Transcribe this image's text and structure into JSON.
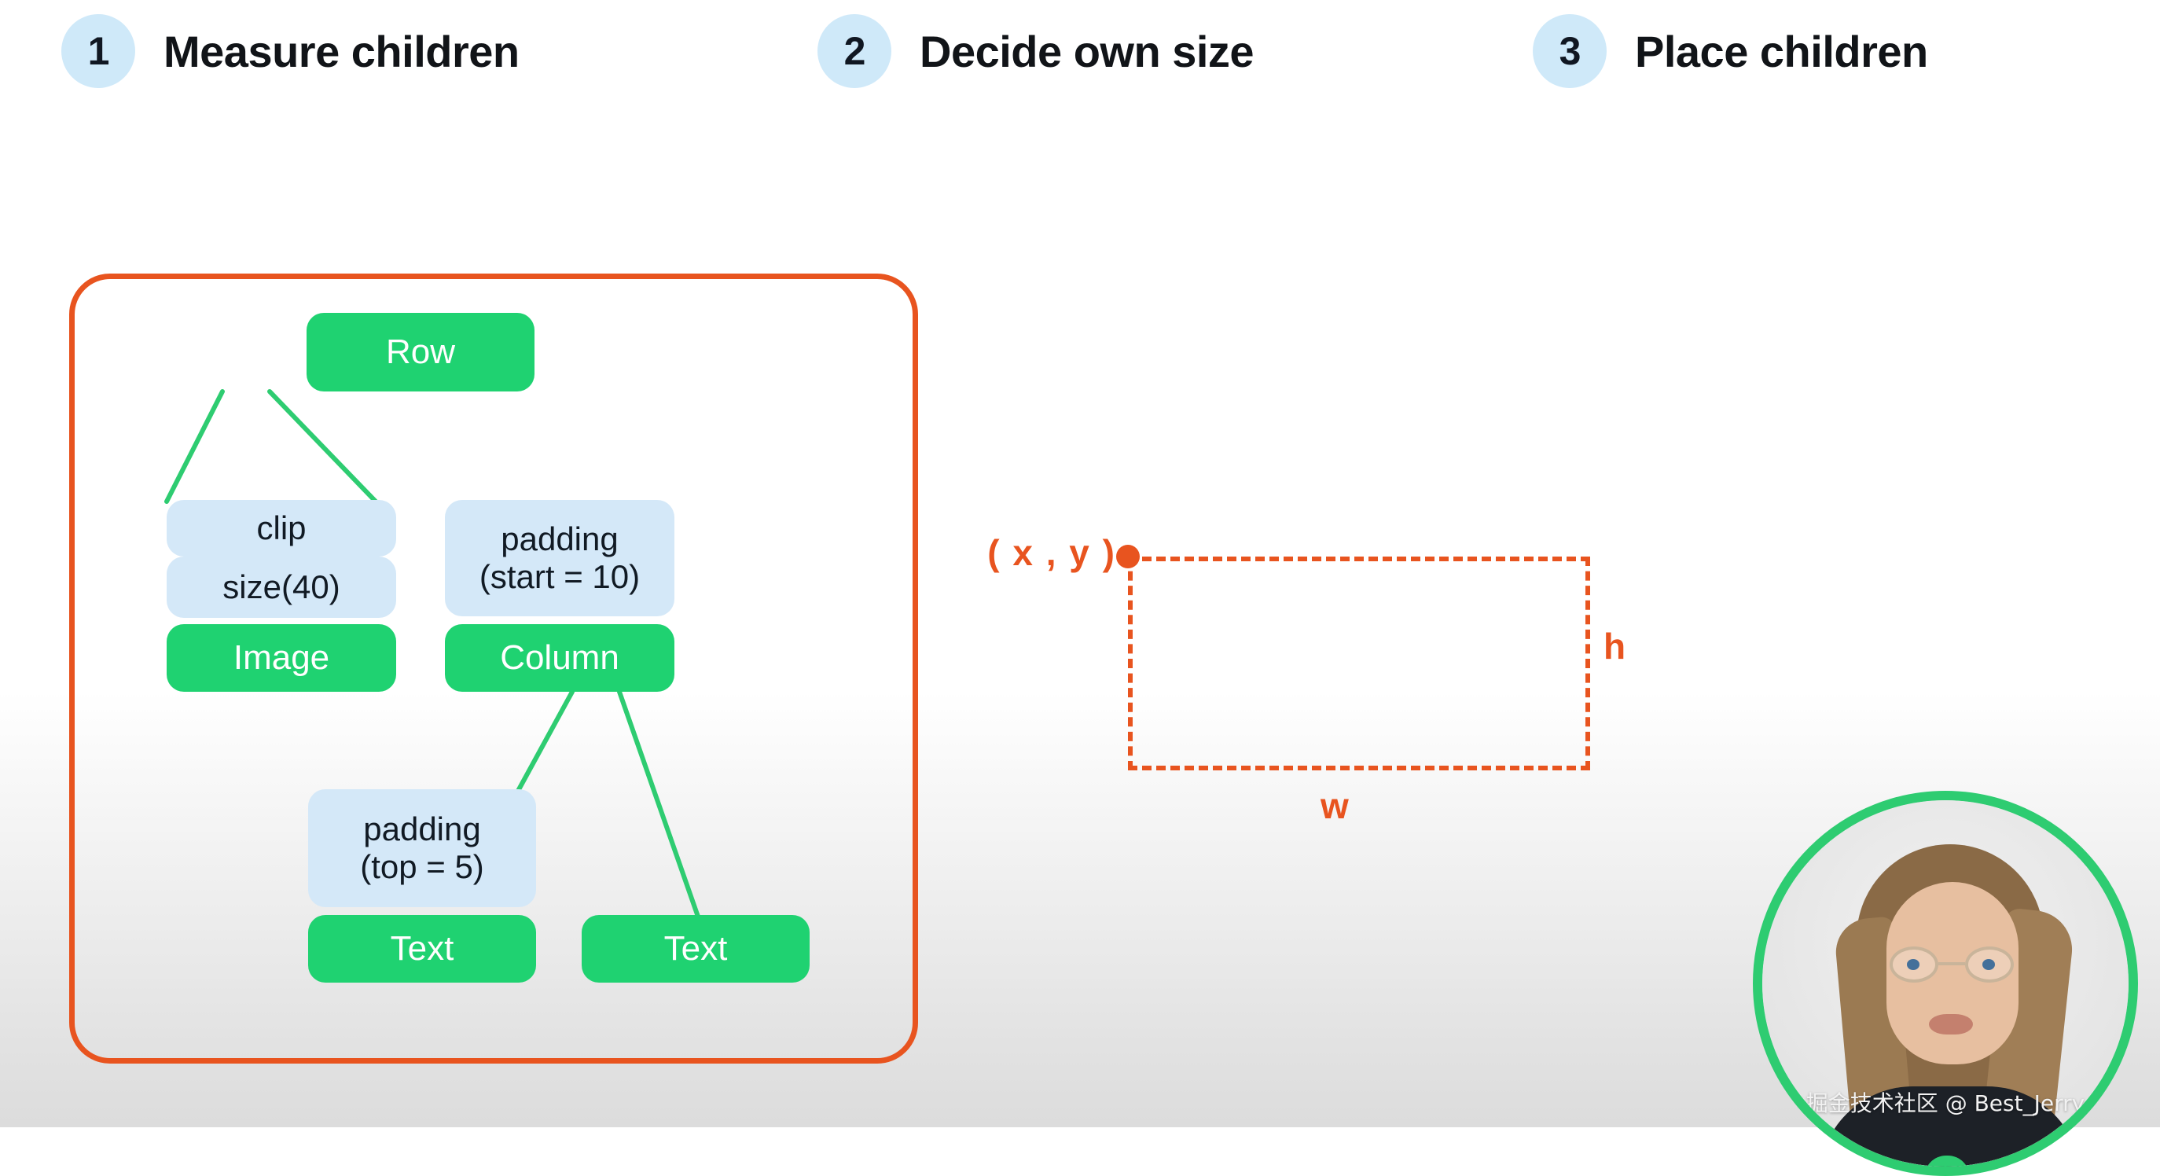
{
  "slide": {
    "background_top_color": "#ffffff",
    "background_bottom_color": "#dcdcdc"
  },
  "header": {
    "steps": [
      {
        "number": "1",
        "label": "Measure children"
      },
      {
        "number": "2",
        "label": "Decide own size"
      },
      {
        "number": "3",
        "label": "Place children"
      }
    ],
    "badge_color": "#cfe9f9",
    "label_color": "#111418"
  },
  "tree_panel": {
    "border_color": "#e8541f",
    "node_green_color": "#1fd271",
    "node_blue_color": "#d4e8f8",
    "edge_color": "#2ecc71",
    "nodes": [
      {
        "id": "row",
        "label": "Row",
        "kind": "green"
      },
      {
        "id": "clip",
        "label": "clip",
        "kind": "blue"
      },
      {
        "id": "size40",
        "label": "size(40)",
        "kind": "blue"
      },
      {
        "id": "image",
        "label": "Image",
        "kind": "green"
      },
      {
        "id": "padstart",
        "label": "padding\n(start = 10)",
        "kind": "blue"
      },
      {
        "id": "column",
        "label": "Column",
        "kind": "green"
      },
      {
        "id": "padtop",
        "label": "padding\n(top = 5)",
        "kind": "blue"
      },
      {
        "id": "text-left",
        "label": "Text",
        "kind": "green"
      },
      {
        "id": "text-right",
        "label": "Text",
        "kind": "green"
      }
    ],
    "edges": [
      {
        "from": "row",
        "to": "clip"
      },
      {
        "from": "row",
        "to": "padstart"
      },
      {
        "from": "column",
        "to": "padtop"
      },
      {
        "from": "column",
        "to": "text-right"
      }
    ]
  },
  "box_diagram": {
    "stroke_color": "#e8541f",
    "origin_label": "( x , y )",
    "height_label": "h",
    "width_label": "w",
    "style": "dashed"
  },
  "presenter": {
    "ring_color": "#2ecc71",
    "watermark": "掘金技术社区 @ Best_Jerry"
  }
}
